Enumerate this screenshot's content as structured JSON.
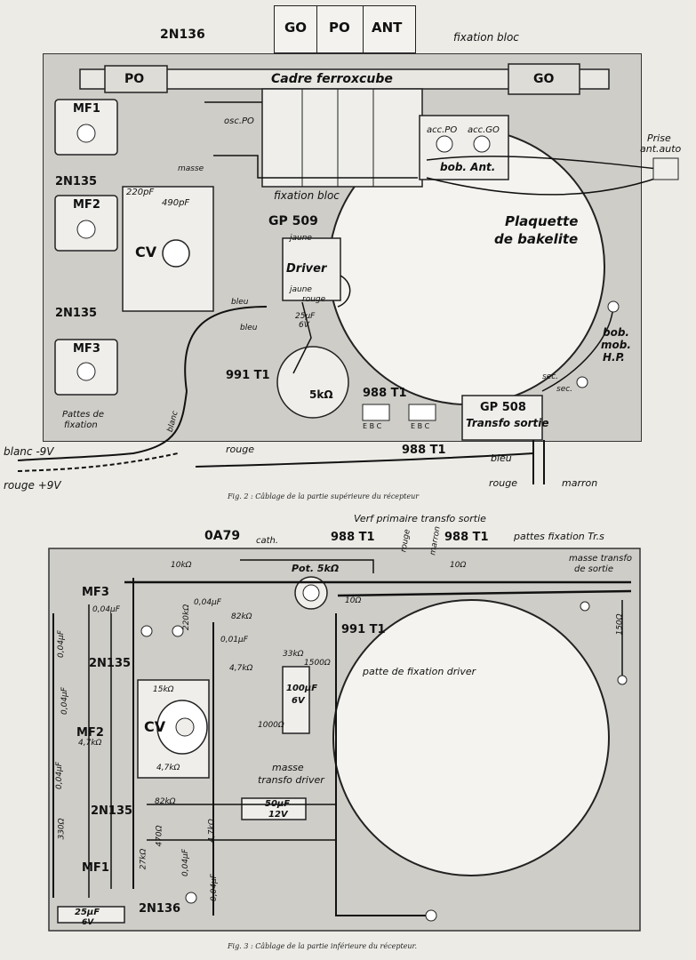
{
  "fig2": {
    "caption": "Fig. 2 : Câblage de la partie supérieure du récepteur",
    "bands": [
      "GO",
      "PO",
      "ANT"
    ],
    "labels": {
      "t_2n136": "2N136",
      "fixation_bloc_top": "fixation bloc",
      "po_coil": "PO",
      "go_coil": "GO",
      "cadre": "Cadre ferroxcube",
      "mf1": "MF1",
      "mf2": "MF2",
      "mf3": "MF3",
      "osc_po": "osc.PO",
      "acc_po": "acc.PO",
      "acc_go": "acc.GO",
      "bob_ant": "bob. Ant.",
      "prise": "Prise",
      "ant_auto": "ant.auto",
      "masse": "masse",
      "c220": "220pF",
      "c490": "490pF",
      "t_2n135_a": "2N135",
      "t_2n135_b": "2N135",
      "cv": "CV",
      "fixation_bloc_mid": "fixation bloc",
      "gp509": "GP 509",
      "jaune1": "jaune",
      "driver": "Driver",
      "jaune2": "jaune",
      "rouge1": "rouge",
      "bleu1": "bleu",
      "plaquette1": "Plaquette",
      "plaquette2": "de bakelite",
      "c25": "25µF",
      "c25v": "6V",
      "bleu2": "bleu",
      "bob1": "bob.",
      "bob2": "mob.",
      "bob3": "H.P.",
      "t991": "991 T1",
      "pot5k": "5kΩ",
      "t988a": "988 T1",
      "ebc1": "E B C",
      "ebc2": "E B C",
      "sec1": "sec.",
      "sec2": "sec.",
      "gp508": "GP 508",
      "transfo_sortie": "Transfo sortie",
      "pattes1": "Pattes de",
      "pattes2": "fixation",
      "blanc_wire": "blanc",
      "blanc_9v": "blanc -9V",
      "rouge_9v": "rouge +9V",
      "rouge_wire": "rouge",
      "t988b": "988 T1",
      "bleu3": "bleu",
      "rouge3": "rouge",
      "marron": "marron"
    }
  },
  "fig3": {
    "caption": "Fig. 3 : Câblage de la partie inférieure du récepteur.",
    "labels": {
      "oa79": "0A79",
      "cath": "cath.",
      "t988a": "988 T1",
      "t988b": "988 T1",
      "verf": "Verf primaire transfo sortie",
      "rouge": "rouge",
      "marron": "marron",
      "pattes_tr": "pattes fixation Tr.s",
      "masse_tr1": "masse transfo",
      "masse_tr2": "de sortie",
      "r10k_a": "10kΩ",
      "pot5k": "Pot. 5kΩ",
      "r10_a": "10Ω",
      "r10_b": "10Ω",
      "mf3": "MF3",
      "c004_a": "0,04µF",
      "c004_b": "0,04µF",
      "r220": "220kΩ",
      "r82k": "82kΩ",
      "r150": "150Ω",
      "t991": "991 T1",
      "c001": "0,01µF",
      "r47k_a": "4,7kΩ",
      "r33k": "33kΩ",
      "r1500": "1500Ω",
      "patte_driver": "patte de fixation driver",
      "t2n135_a": "2N135",
      "r15k": "15kΩ",
      "c100": "100µF",
      "c100v": "6V",
      "r1000": "1000Ω",
      "mf2": "MF2",
      "r47k_b": "4,7kΩ",
      "cv": "CV",
      "r47k_c": "4,7kΩ",
      "masse_driver1": "masse",
      "masse_driver2": "transfo driver",
      "t2n135_b": "2N135",
      "r82k_b": "82kΩ",
      "c50": "50µF",
      "c50v": "12V",
      "r330": "330Ω",
      "r470": "470Ω",
      "mf1": "MF1",
      "r47k_d": "4,7kΩ",
      "r27k": "27kΩ",
      "c004_c": "0,04µF",
      "c004_d": "0,04µF",
      "c25": "25µF",
      "c25v": "6V",
      "t2n136": "2N136",
      "c004_e": "0,04µF",
      "c004_f": "0,04µF",
      "c004_g": "0,04µF"
    }
  }
}
